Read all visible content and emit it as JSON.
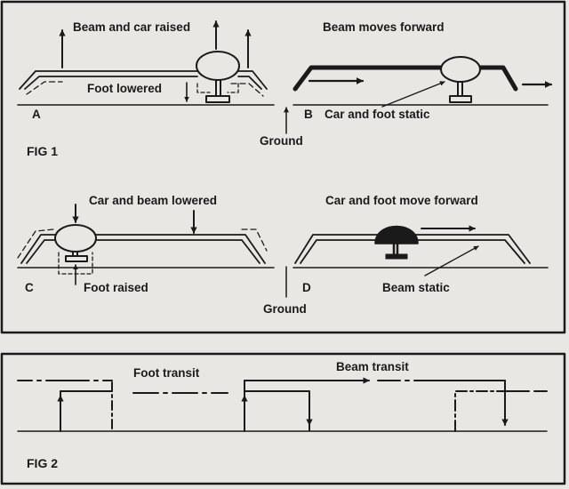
{
  "figure1": {
    "label": "FIG 1",
    "panels": {
      "A": {
        "letter": "A",
        "top_label": "Beam and car raised",
        "foot_label": "Foot lowered"
      },
      "B": {
        "letter": "B",
        "top_label": "Beam moves forward",
        "static_label": "Car and foot static",
        "ground_label": "Ground"
      },
      "C": {
        "letter": "C",
        "top_label": "Car and beam lowered",
        "foot_label": "Foot raised"
      },
      "D": {
        "letter": "D",
        "top_label": "Car and foot move forward",
        "static_label": "Beam static",
        "ground_label": "Ground"
      }
    }
  },
  "figure2": {
    "label": "FIG 2",
    "foot_transit": "Foot transit",
    "beam_transit": "Beam transit"
  },
  "colors": {
    "ink": "#1a1a1a",
    "paper": "#e9e7e3"
  }
}
